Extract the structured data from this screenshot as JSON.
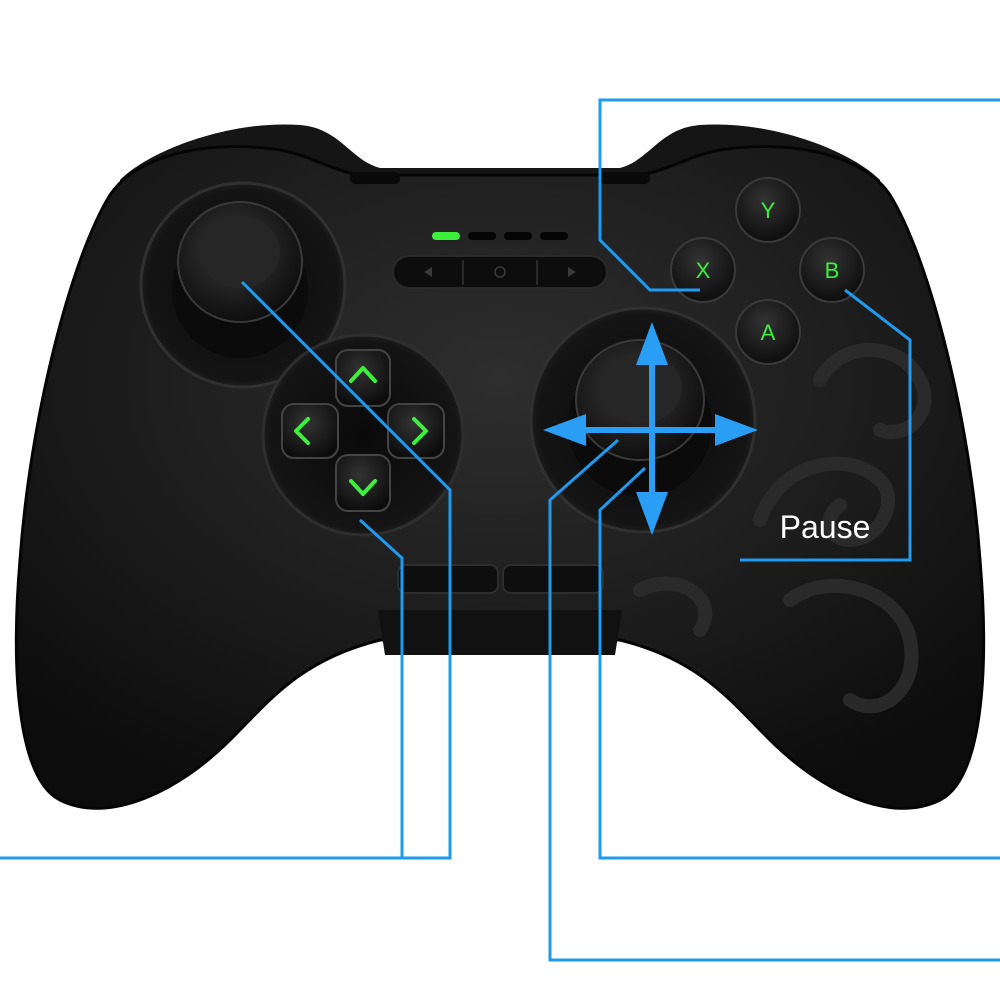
{
  "callouts": {
    "top_right": "",
    "pause": "Pause",
    "left_bottom": "",
    "right_mid": "",
    "right_bottom": ""
  },
  "face_buttons": {
    "y": "Y",
    "x": "X",
    "b": "B",
    "a": "A"
  },
  "colors": {
    "callout_line": "#1E9BF0",
    "arrow": "#2A9DF4",
    "accent_green": "#3CF03C",
    "body": "#1a1a1a",
    "label_text": "#ffffff"
  },
  "led_indicators": {
    "active_count": 1,
    "total": 4
  }
}
